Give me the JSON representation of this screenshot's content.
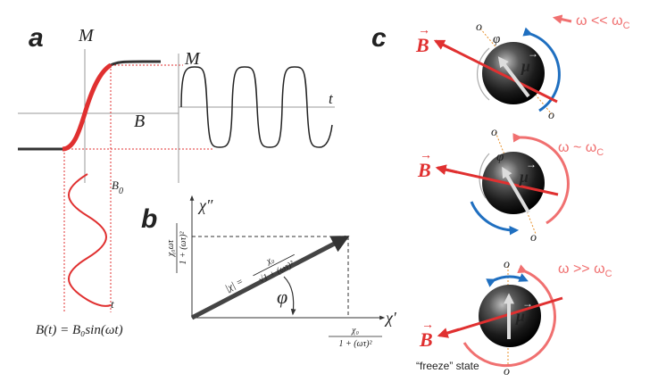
{
  "panel_a": {
    "letter": "a",
    "m_axis_label": "M",
    "b_axis_label": "B",
    "m_wave_label": "M",
    "t_wave_label": "t",
    "b0_label": "B",
    "b0_sub": "0",
    "t_drive_label": "t",
    "equation": "B(t) = B₀sin(ωt)"
  },
  "panel_b": {
    "letter": "b",
    "chi_imag": "χ″",
    "chi_real": "χ′",
    "phi": "φ",
    "y_tick_num": "χ₀ωτ",
    "y_tick_den": "1 + (ωτ)²",
    "x_tick_num": "χ₀",
    "x_tick_den": "1 + (ωτ)²",
    "mag_lhs": "|χ| =",
    "mag_num": "χ₀",
    "mag_den": "√1 + (ωτ)²"
  },
  "panel_c": {
    "letter": "c",
    "b_label": "B",
    "mu_label": "μ",
    "phi": "φ",
    "o_label": "o",
    "cond_low": "ω << ω",
    "cond_mid": "ω ~ ω",
    "cond_high": "ω >> ω",
    "cond_sub": "C",
    "freeze_caption": "“freeze” state"
  },
  "colors": {
    "red": "#e03030",
    "pink": "#f07070",
    "blue": "#1f6fc0",
    "orange": "#e8902a",
    "dark": "#333333"
  }
}
